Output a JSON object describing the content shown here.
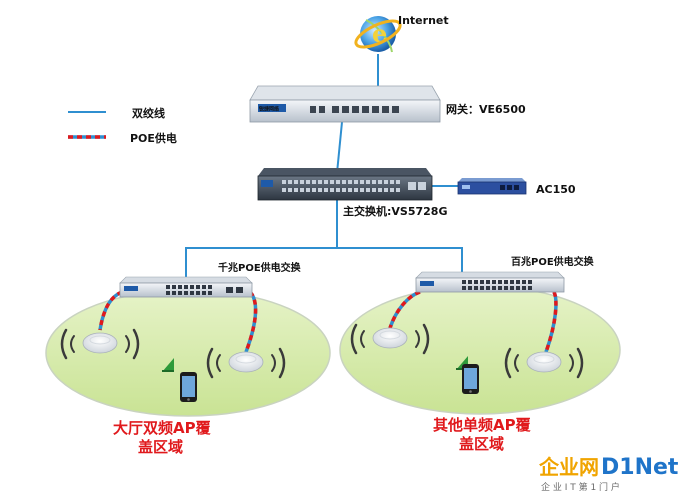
{
  "legend": {
    "twisted_pair": "双绞线",
    "poe": "POE供电"
  },
  "nodes": {
    "internet": "Internet",
    "gateway": "网关：VE6500",
    "gateway_brand": "锐捷网络",
    "core_switch": "主交换机:VS5728G",
    "ac": "AC150",
    "gig_poe_switch": "千兆POE供电交换",
    "fast_poe_switch": "百兆POE供电交换"
  },
  "zones": {
    "left_line1": "大厅双频AP覆",
    "left_line2": "盖区域",
    "right_line1": "其他单频AP覆",
    "right_line2": "盖区域"
  },
  "watermark": {
    "part1": "企业网",
    "part2": "D1Net",
    "sub": "企 业 I T 第 1 门 户"
  },
  "colors": {
    "cable_blue": "#2f8fd0",
    "poe_red": "#e0191c",
    "zone_fill": "#d7ecae",
    "zone_label": "#e0191c",
    "watermark_orange": "#f0a400"
  },
  "icons": [
    "internet-explorer-icon",
    "phone-icon",
    "wifi-signal-icon",
    "access-point-icon"
  ]
}
